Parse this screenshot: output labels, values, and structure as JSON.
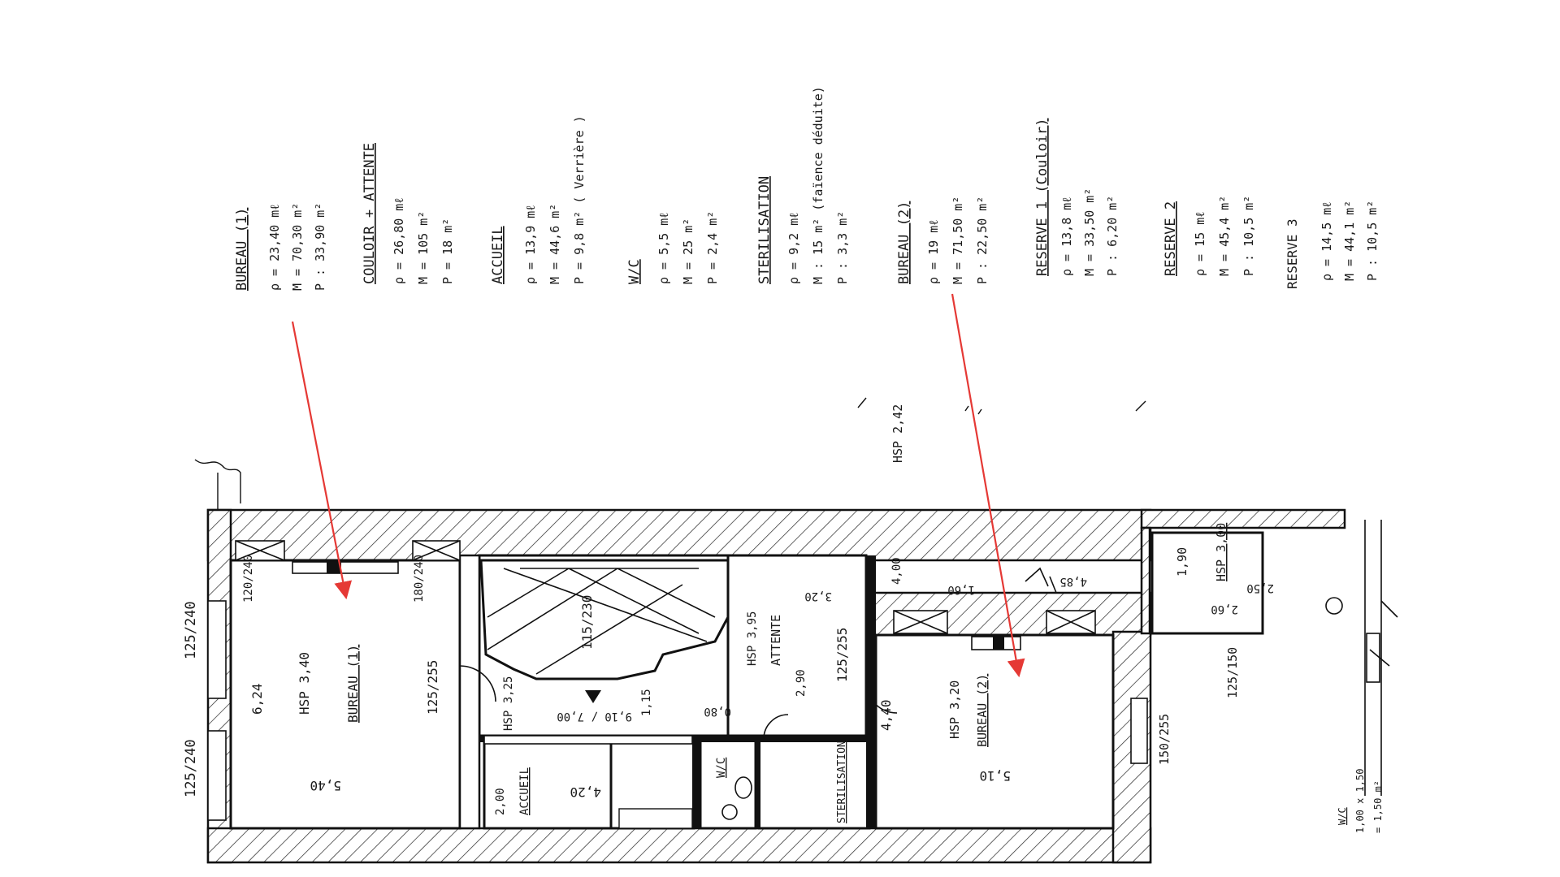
{
  "annotations": [
    {
      "title": "BUREAU (1)",
      "lines": [
        "ρ = 23,40 mℓ",
        "M = 70,30 m²",
        "P : 33,90 m²"
      ]
    },
    {
      "title": "COULOIR + ATTENTE",
      "lines": [
        "ρ = 26,80 mℓ",
        "M = 105 m²",
        "P = 18 m²"
      ]
    },
    {
      "title": "ACCUEIL",
      "lines": [
        "ρ = 13,9 mℓ",
        "M = 44,6 m²",
        "P = 9,8 m² ( Verrière )"
      ]
    },
    {
      "title": "W/C",
      "lines": [
        "ρ = 5,5 mℓ",
        "M = 25 m²",
        "P = 2,4 m²"
      ]
    },
    {
      "title": "STERILISATION",
      "lines": [
        "ρ = 9,2 mℓ",
        "M : 15 m² (faïence déduite)",
        "P : 3,3 m²"
      ]
    },
    {
      "title": "BUREAU (2)",
      "lines": [
        "ρ = 19 mℓ",
        "M = 71,50 m²",
        "P : 22,50 m²"
      ]
    },
    {
      "title": "RESERVE 1 (Couloir)",
      "lines": [
        "ρ = 13,8 mℓ",
        "M = 33,50 m²",
        "P : 6,20 m²"
      ]
    },
    {
      "title": "RESERVE 2",
      "lines": [
        "ρ = 15 mℓ",
        "M = 45,4 m²",
        "P : 10,5 m²"
      ]
    },
    {
      "title": "RESERVE 3",
      "lines": [
        "ρ = 14,5 mℓ",
        "M = 44,1 m²",
        "P : 10,5 m²"
      ]
    }
  ],
  "plan_labels": {
    "bureau1": "BUREAU (1)",
    "hsp340": "HSP 3,40",
    "dim624": "6,24",
    "dim540": "5,40",
    "w120_240": "120/240",
    "w180_240": "180/240",
    "w125_255a": "125/255",
    "w125_240a": "125/240",
    "w125_240b": "125/240",
    "w115_230": "115/230",
    "hsp325": "HSP 3,25",
    "dim910": "9,10 / 7,00",
    "dim115": "1,15",
    "dim080": "0,80",
    "hsp395": "HSP 3,95",
    "attente": "ATTENTE",
    "dim290": "2,90",
    "dim320": "3,20",
    "w125_255b": "125/255",
    "hsp242": "HSP 2,42",
    "accueil": "ACCUEIL",
    "dim200": "2,00",
    "dim420": "4,20",
    "wc": "W/C",
    "sterilisation": "STERILISATION",
    "dim440": "4,40",
    "hsp320": "HSP 3,20",
    "bureau2": "BUREAU (2)",
    "dim510": "5,10",
    "dim400": "4,00",
    "dim160": "1,60",
    "dim485": "4,85",
    "dim190": "1,90",
    "hsp300": "HSP 3,00",
    "dim260": "2,60",
    "dim250": "2,50",
    "w125_150": "125/150",
    "w150_255": "150/255",
    "wc2": "W/C",
    "wc2_dim": "1,00 x 1,50",
    "wc2_area": "= 1,50 m²"
  },
  "colors": {
    "arrow": "#e53935",
    "ink": "#1a1a1a"
  }
}
